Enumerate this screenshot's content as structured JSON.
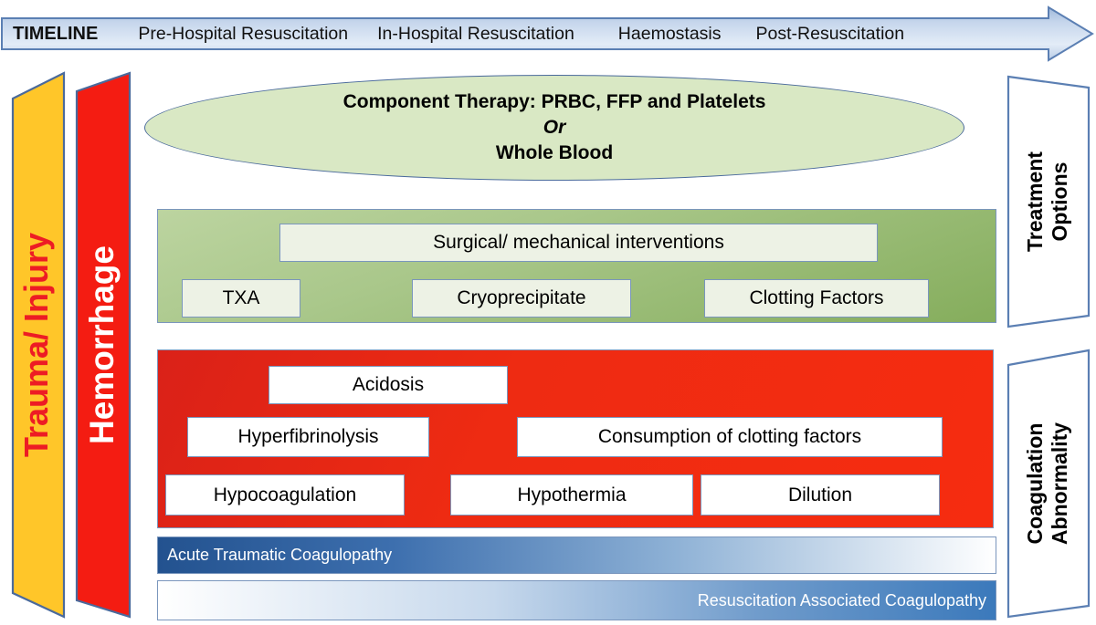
{
  "timeline": {
    "title": "TIMELINE",
    "phases": [
      "Pre-Hospital Resuscitation",
      "In-Hospital Resuscitation",
      "Haemostasis",
      "Post-Resuscitation"
    ],
    "arrow_color": "#c3d3e8",
    "arrow_border": "#5b7fb3"
  },
  "left_banners": [
    {
      "label": "Trauma/ Injury",
      "fill": "#ffc629",
      "text_color": "#ed1c24",
      "border": "#4a6a9c"
    },
    {
      "label": "Hemorrhage",
      "fill": "#f41c12",
      "text_color": "#ffffff",
      "border": "#4a6a9c"
    }
  ],
  "component_therapy": {
    "line1": "Component Therapy: PRBC, FFP and Platelets",
    "line2": "Or",
    "line3": "Whole Blood",
    "fill": "#d9e8c4",
    "border": "#4a6a9c"
  },
  "treatment_band": {
    "fill_top": "#bcd4a0",
    "fill_bottom": "#85ad5c",
    "chips": [
      {
        "label": "Surgical/ mechanical interventions"
      },
      {
        "label": "TXA"
      },
      {
        "label": "Cryoprecipitate"
      },
      {
        "label": "Clotting Factors"
      }
    ]
  },
  "coagulation_band": {
    "fill": "#f42a12",
    "chips": [
      {
        "label": "Acidosis"
      },
      {
        "label": "Hyperfibrinolysis"
      },
      {
        "label": "Consumption of clotting factors"
      },
      {
        "label": "Hypocoagulation"
      },
      {
        "label": "Hypothermia"
      },
      {
        "label": "Dilution"
      }
    ]
  },
  "coagulopathy_bars": [
    {
      "label": "Acute Traumatic Coagulopathy",
      "align": "left",
      "gradient": "blue-to-white"
    },
    {
      "label": "Resuscitation Associated Coagulopathy",
      "align": "right",
      "gradient": "white-to-blue"
    }
  ],
  "side_labels": [
    {
      "line1": "Treatment",
      "line2": "Options"
    },
    {
      "line1": "Coagulation",
      "line2": "Abnormality"
    }
  ]
}
